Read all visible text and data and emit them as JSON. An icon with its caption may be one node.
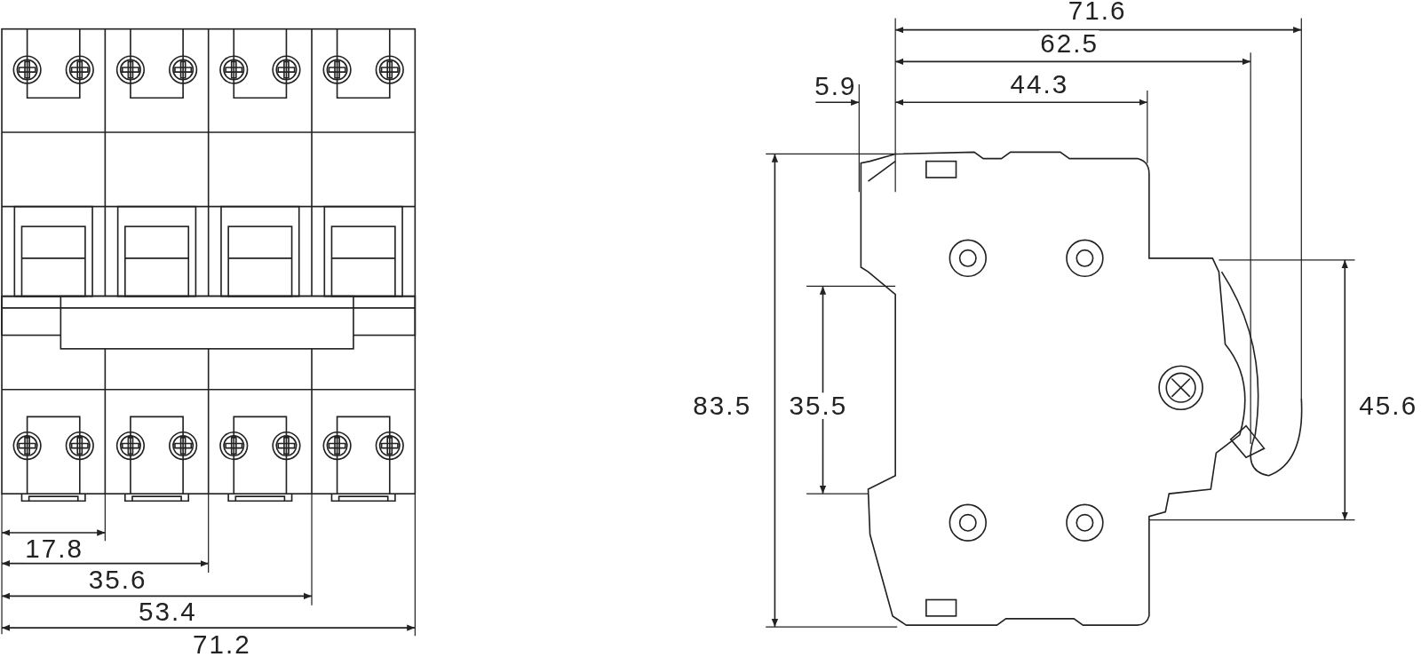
{
  "diagram": {
    "labels": [
      "17.8",
      "35.6",
      "53.4",
      "71.2",
      "71.6",
      "62.5",
      "5.9",
      "44.3",
      "83.5",
      "35.5",
      "45.6"
    ]
  }
}
